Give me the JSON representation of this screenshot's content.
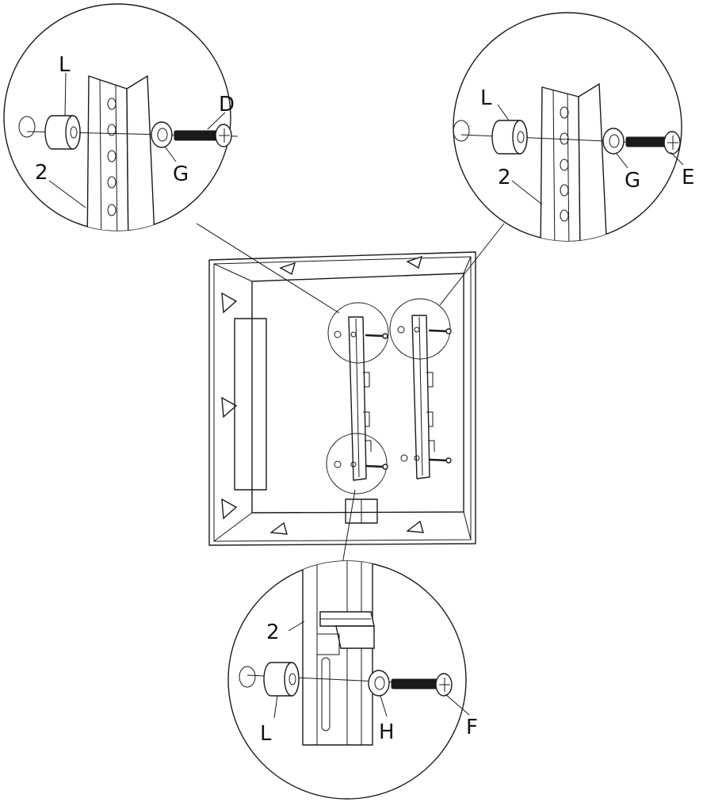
{
  "labels": {
    "top_left": {
      "spacer": "L",
      "screw": "D",
      "washer": "G",
      "bracket": "2"
    },
    "top_right": {
      "spacer": "L",
      "washer": "G",
      "screw": "E",
      "bracket": "2"
    },
    "bottom": {
      "bracket": "2",
      "spacer": "L",
      "washer": "H",
      "screw": "F"
    }
  },
  "colors": {
    "line": "#1a1a1a",
    "background": "#ffffff",
    "screw": "#1a1a1a"
  }
}
